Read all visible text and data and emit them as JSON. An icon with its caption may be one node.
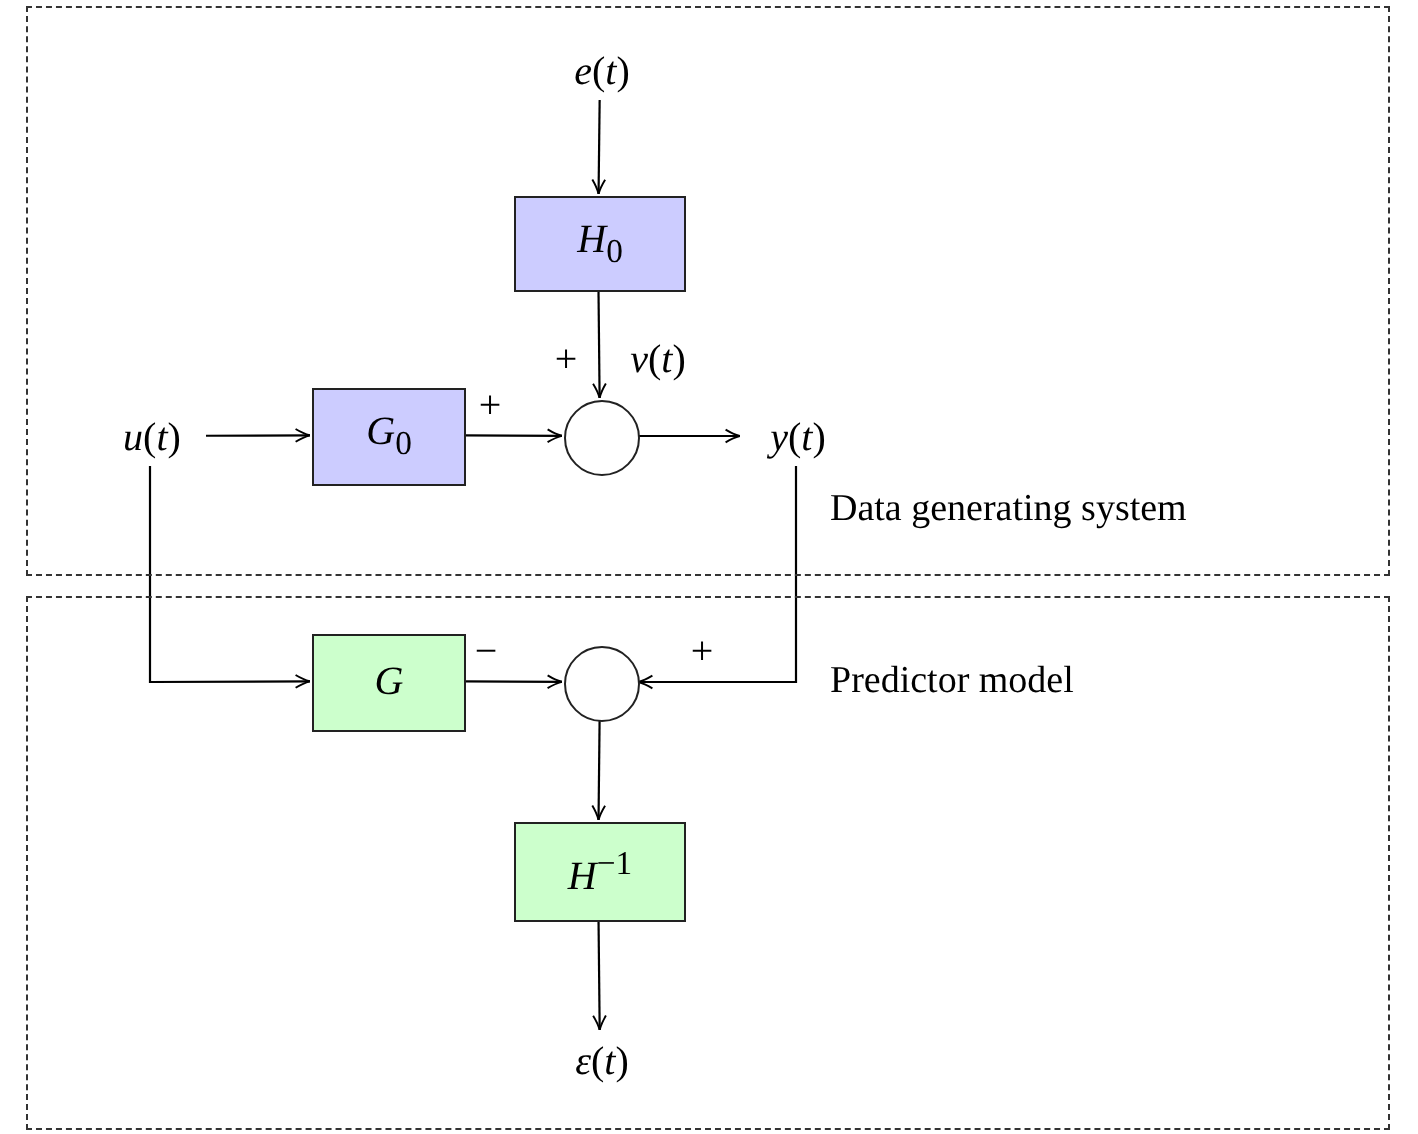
{
  "diagram": {
    "nodes": [
      {
        "text": [
          "Data generating system"
        ]
      },
      {
        "text": [
          "*e*(*t*)"
        ],
        "in": 0
      },
      {
        "text": [
          "*H*$_{0}$"
        ],
        "in": 0
      },
      {
        "text": [
          "*u*(*t*)"
        ],
        "in": 0
      },
      {
        "text": [
          "*G*$_{0}$"
        ],
        "in": 0
      },
      {
        "text": [],
        "shape": "circle",
        "in": 0
      },
      {
        "text": [
          "*y*(*t*)"
        ],
        "in": 0
      },
      {
        "text": [
          "Predictor model"
        ]
      },
      {
        "text": [
          "*G*"
        ],
        "in": 7
      },
      {
        "text": [],
        "shape": "circle",
        "in": 7
      },
      {
        "text": [
          "*H*$^{−1}$"
        ],
        "in": 7
      },
      {
        "text": [
          "*ε*(*t*)"
        ],
        "in": 7
      }
    ],
    "edges": [
      {
        "from": 1,
        "to": 2,
        "arrow": "to"
      },
      {
        "from": 2,
        "to": 5,
        "arrow": "to",
        "label": "*v*(*t*)"
      },
      {
        "from": 3,
        "to": 4,
        "arrow": "to"
      },
      {
        "from": 4,
        "to": 5,
        "arrow": "to"
      },
      {
        "from": 5,
        "to": 6,
        "arrow": "to"
      },
      {
        "from": 3,
        "to": 8,
        "arrow": "to"
      },
      {
        "from": 8,
        "to": 9,
        "arrow": "to"
      },
      {
        "from": 6,
        "to": 9,
        "arrow": "to"
      },
      {
        "from": 9,
        "to": 10,
        "arrow": "to"
      },
      {
        "from": 10,
        "to": 11,
        "arrow": "to"
      }
    ],
    "labels": [
      "+",
      "+",
      "−",
      "+"
    ]
  }
}
